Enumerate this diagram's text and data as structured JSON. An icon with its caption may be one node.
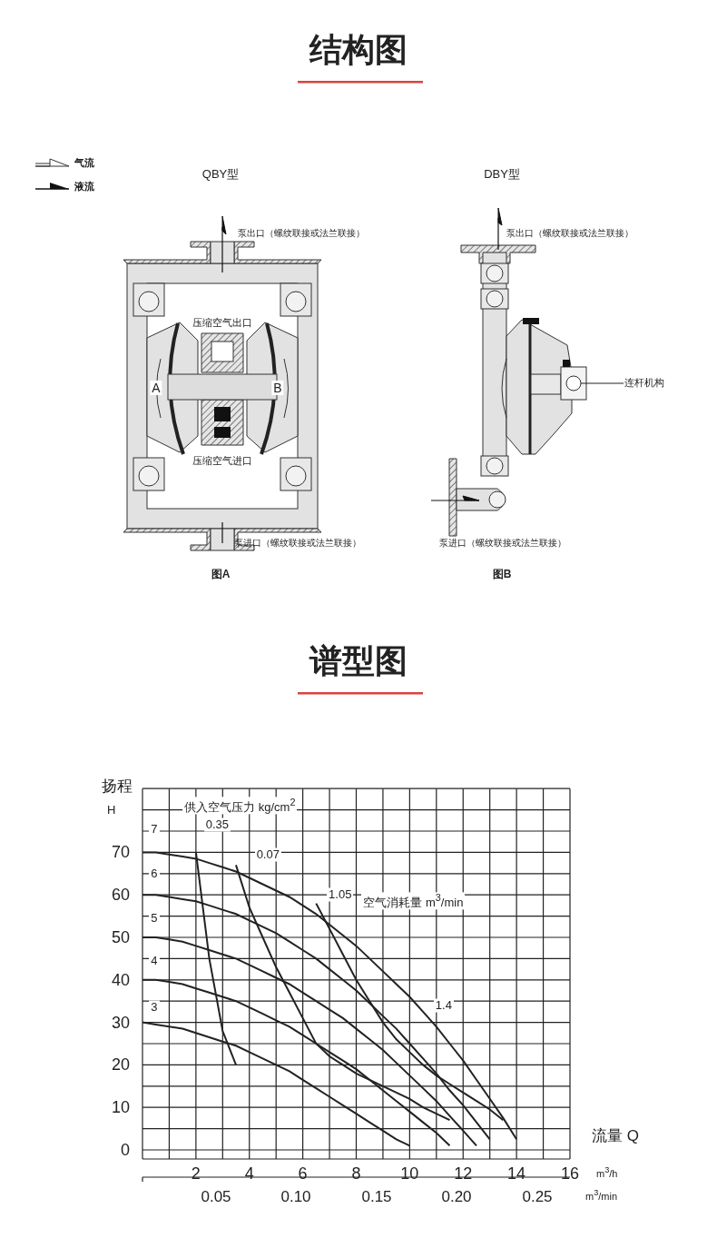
{
  "diagram": {
    "title": "结构图",
    "nodes": [
      {
        "text": [
          "连杆机构"
        ]
      },
      {
        "text": [],
        "shape": "circle"
      }
    ],
    "edges": [
      {
        "from": 0,
        "to": 1,
        "arrow": "none"
      }
    ],
    "labels": [
      "QBY型",
      "DBY型",
      "泵出口（螺纹联接或法兰联接）",
      "泵出口（螺纹联接或法兰联接）",
      "压缩空气出口",
      "A",
      "B",
      "压缩空气进口",
      "泵进口（螺纹联接或法兰联接）",
      "泵进口（螺纹联接或法兰联接）",
      "图A",
      "图B",
      "谱型图",
      "H",
      "m$^{3}$/h",
      "0.05",
      "0.10",
      "0.15",
      "0.20",
      "0.25",
      "m$^{3}$/min"
    ],
    "legend": [
      {
        "text": "气流"
      },
      {
        "text": "液流"
      }
    ],
    "chart_data": {
      "type": "line",
      "xlabel": "流量 Q",
      "ylabel": "扬程",
      "grid": true,
      "x": [
        0,
        0.5,
        1,
        1.5,
        2,
        2.5,
        3,
        3.5,
        4,
        4.5,
        5,
        5.5,
        6,
        6.5,
        7,
        7.5,
        8,
        8.5,
        9,
        9.5,
        10,
        10.5,
        11,
        11.5,
        12,
        12.5,
        13,
        13.5,
        14
      ],
      "series": [
        {
          "name": "7",
          "color": "#222222",
          "values": [
            70,
            70,
            69.5,
            69,
            68.5,
            67.5,
            66.5,
            65.5,
            64,
            62.5,
            61,
            59.5,
            57.5,
            55.5,
            53,
            50.5,
            48,
            45,
            42,
            39,
            36,
            32.5,
            29,
            25,
            21,
            16.5,
            12,
            7.5,
            2.5
          ]
        },
        {
          "name": "6",
          "color": "#222222",
          "values": [
            60,
            60,
            59.5,
            59,
            58.5,
            57.5,
            56.5,
            55.5,
            54,
            52.5,
            51,
            49,
            47,
            45,
            42.5,
            40,
            37.5,
            34.5,
            31.5,
            28.5,
            25,
            21.5,
            18,
            14,
            10.5,
            6.5,
            2.5,
            null,
            null
          ]
        },
        {
          "name": "5",
          "color": "#222222",
          "values": [
            50,
            50,
            49.5,
            49,
            48,
            47,
            46,
            45,
            43.5,
            42,
            40.5,
            39,
            37,
            35,
            33,
            31,
            28.5,
            26,
            23.5,
            20.5,
            17.5,
            14.5,
            11.5,
            8,
            4.5,
            1,
            null,
            null,
            null
          ]
        },
        {
          "name": "4",
          "color": "#222222",
          "values": [
            40,
            40,
            39.5,
            39,
            38,
            37,
            36,
            35,
            33.5,
            32,
            30.5,
            29,
            27,
            25,
            23,
            21,
            19,
            16.5,
            14,
            11.5,
            9,
            6.5,
            4,
            1,
            null,
            null,
            null,
            null,
            null
          ]
        },
        {
          "name": "3",
          "color": "#222222",
          "values": [
            30,
            29.5,
            29,
            28.5,
            27.5,
            26.5,
            25.5,
            24.5,
            23,
            21.5,
            20,
            18.5,
            16.5,
            14.5,
            12.5,
            10.5,
            8.5,
            6.5,
            4.5,
            2.5,
            1,
            null,
            null,
            null,
            null,
            null,
            null,
            null,
            null
          ]
        },
        {
          "name": "0.35",
          "color": "#222222",
          "values": [
            null,
            null,
            null,
            null,
            70,
            45,
            28,
            20,
            null,
            null,
            null,
            null,
            null,
            null,
            null,
            null,
            null,
            null,
            null,
            null,
            null,
            null,
            null,
            null,
            null,
            null,
            null,
            null,
            null
          ]
        },
        {
          "name": "0.07",
          "color": "#222222",
          "values": [
            null,
            null,
            null,
            null,
            null,
            null,
            null,
            67,
            57,
            50,
            43,
            37,
            31,
            25,
            22,
            20,
            18,
            16.5,
            15,
            13.5,
            12,
            10,
            8.5,
            7,
            null,
            null,
            null,
            null,
            null
          ]
        },
        {
          "name": "1.05",
          "color": "#222222",
          "values": [
            null,
            null,
            null,
            null,
            null,
            null,
            null,
            null,
            null,
            null,
            null,
            null,
            null,
            58,
            52,
            46,
            40,
            35,
            30,
            26,
            23,
            20,
            17.5,
            15.5,
            13.5,
            11.5,
            9.5,
            7,
            null
          ]
        }
      ],
      "xlim": [
        0,
        16
      ],
      "ylim": [
        0,
        85
      ],
      "xticks": [
        2,
        4,
        6,
        8,
        10,
        12,
        14,
        16
      ],
      "yticks": [
        0,
        10,
        20,
        30,
        40,
        50,
        60,
        70
      ],
      "annotations": [
        "供入空气压力 kg/cm$^{2}$",
        "1.4",
        "空气消耗量 m$^{3}$/min"
      ]
    }
  }
}
